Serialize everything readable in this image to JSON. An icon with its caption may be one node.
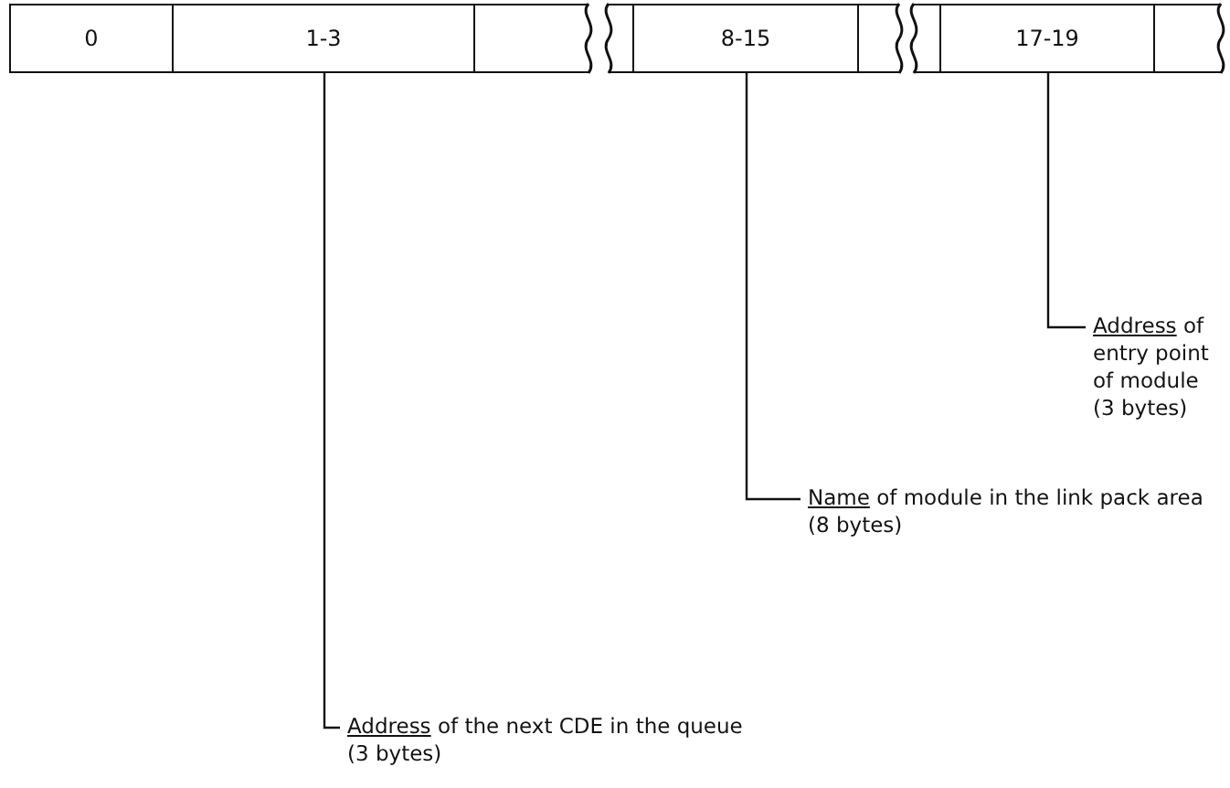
{
  "diagram": {
    "nodes": [
      {
        "text": [
          "0"
        ]
      },
      {
        "text": [
          "1-3"
        ]
      },
      {
        "text": [],
        "shape": "box"
      },
      {
        "text": [],
        "shape": "box"
      },
      {
        "text": [
          "8-15"
        ]
      },
      {
        "text": [],
        "shape": "box"
      },
      {
        "text": [],
        "shape": "box"
      },
      {
        "text": [
          "17-19"
        ]
      },
      {
        "text": [],
        "shape": "box"
      },
      {
        "text": [
          "Address of entry point of module",
          "(3 bytes)"
        ]
      },
      {
        "text": [
          "Name of module in the link pack area",
          "(8 bytes)"
        ]
      },
      {
        "text": [
          "Address of the next CDE in the queue",
          "(3 bytes)"
        ]
      }
    ],
    "edges": [
      {
        "from": 11,
        "to": 1,
        "arrow": "none"
      },
      {
        "from": 10,
        "to": 4,
        "arrow": "none"
      },
      {
        "from": 9,
        "to": 7,
        "arrow": "none"
      }
    ]
  }
}
